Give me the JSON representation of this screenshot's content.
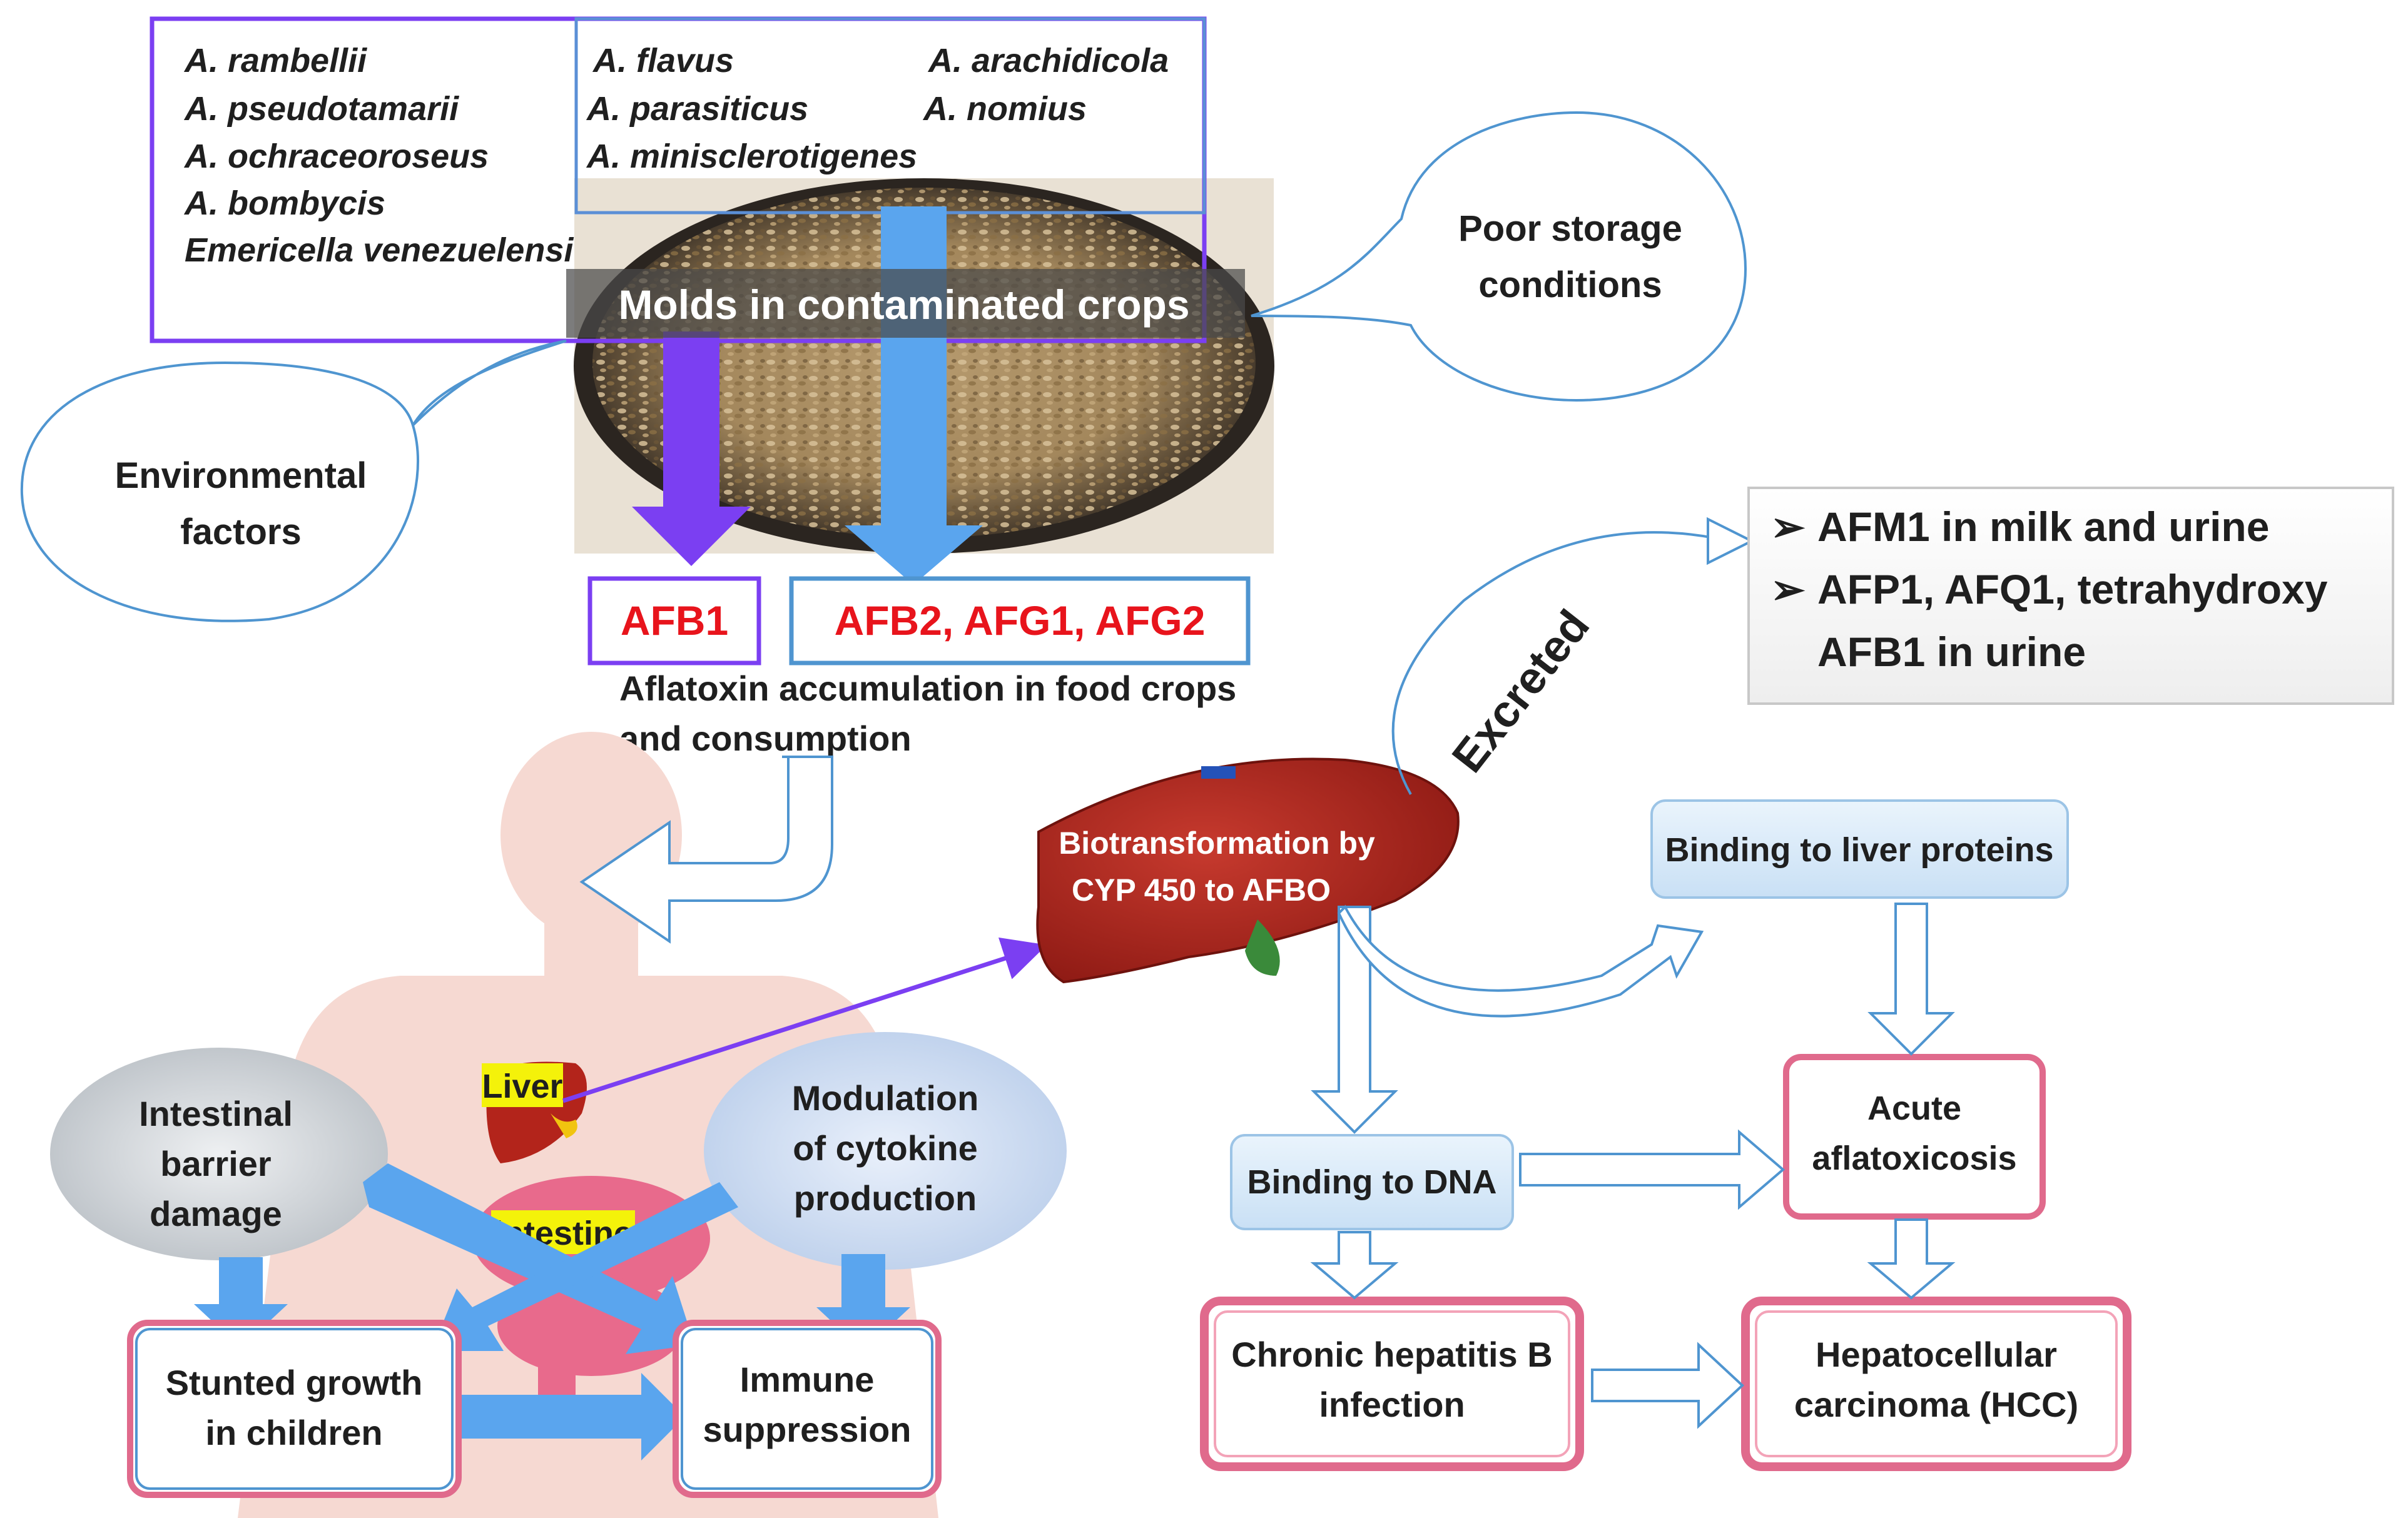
{
  "species_left": [
    "A. rambellii",
    "A. pseudotamarii",
    "A. ochraceoroseus",
    "A. bombycis",
    "Emericella venezuelensi"
  ],
  "species_mid": [
    "A. flavus",
    "A. parasiticus",
    "A. minisclerotigenes"
  ],
  "species_right": [
    "A. arachidicola",
    "A. nomius"
  ],
  "molds_label": "Molds in contaminated crops",
  "poor_storage": [
    "Poor storage",
    "conditions"
  ],
  "environmental": [
    "Environmental",
    "factors"
  ],
  "afb1": "AFB1",
  "afb_others": "AFB2, AFG1, AFG2",
  "accumulation": [
    "Aflatoxin accumulation in food crops",
    "and consumption"
  ],
  "excreted": "Excreted",
  "excretion_items": [
    "AFM1 in milk and urine",
    "AFP1, AFQ1, tetrahydroxy",
    "AFB1 in urine"
  ],
  "biotransformation": [
    "Biotransformation by",
    "CYP 450 to AFBO"
  ],
  "binding_proteins": "Binding to liver proteins",
  "binding_dna": "Binding to DNA",
  "acute": [
    "Acute",
    "aflatoxicosis"
  ],
  "hepatitis": [
    "Chronic hepatitis B",
    "infection"
  ],
  "hcc": [
    "Hepatocellular",
    "carcinoma (HCC)"
  ],
  "liver_label": "Liver",
  "intestine_label": "intestine",
  "intestinal_damage": [
    "Intestinal",
    "barrier",
    "damage"
  ],
  "cytokine": [
    "Modulation",
    "of cytokine",
    "production"
  ],
  "stunted": [
    "Stunted growth",
    "in children"
  ],
  "immune": [
    "Immune",
    "suppression"
  ],
  "colors": {
    "purple": "#7b3ff2",
    "blue_arrow": "#5aa5ee",
    "red_text": "#e8141c",
    "liver": "#b3241b",
    "pink_border": "#e06a8c",
    "light_blue_box": "#d6e9f8"
  },
  "icons": [
    "human-silhouette-icon",
    "liver-icon",
    "crop-grains-image"
  ]
}
